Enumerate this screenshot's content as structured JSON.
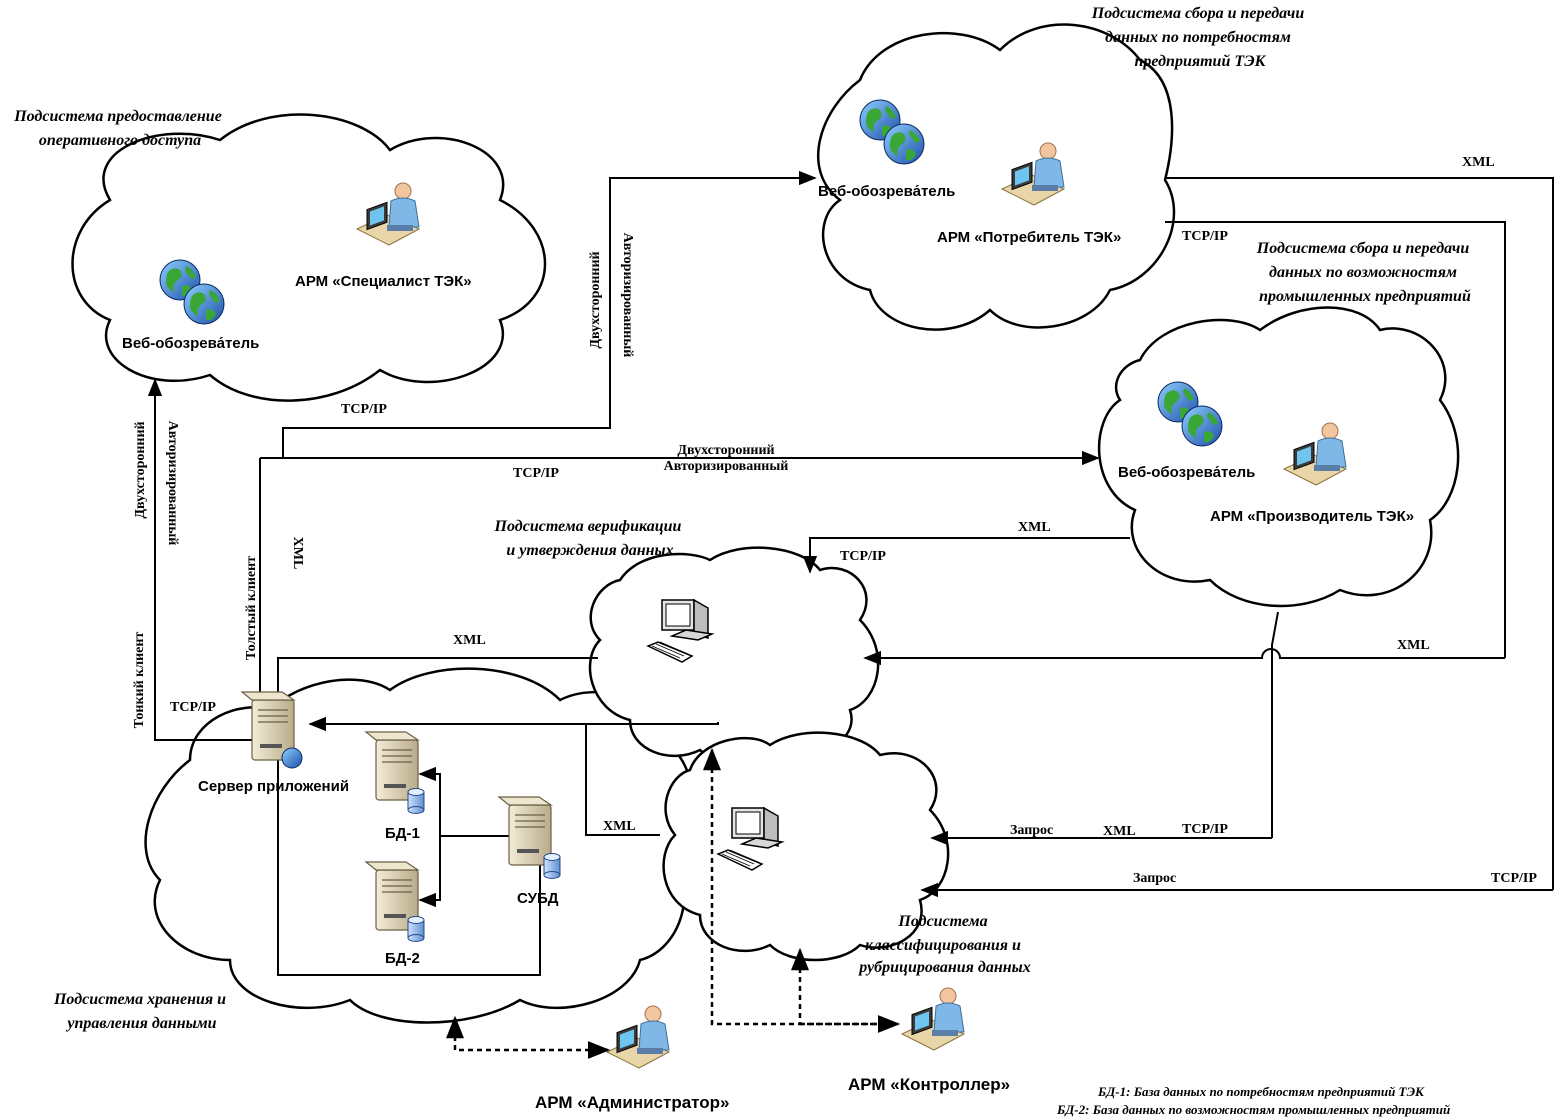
{
  "subsystems": {
    "operative_access": [
      "Подсистема предоставление",
      "оперативного доступа"
    ],
    "consumers": [
      "Подсистема сбора и передачи",
      "данных по потребностям",
      "предприятий ТЭК"
    ],
    "producers": [
      "Подсистема сбора и передачи",
      "данных по возможностям",
      "промышленных предприятий"
    ],
    "verification": [
      "Подсистема верификации",
      "и утверждения данных"
    ],
    "storage": [
      "Подсистема хранения и",
      "управления данными"
    ],
    "classification": [
      "Подсистема",
      "классифицирования и",
      "рубрицирования данных"
    ]
  },
  "nodes": {
    "browser": "Веб-обозрева́тель",
    "arm_specialist": "АРМ «Специалист ТЭК»",
    "arm_consumer": "АРМ «Потребитель ТЭК»",
    "arm_producer": "АРМ «Производитель ТЭК»",
    "app_server": "Сервер приложений",
    "db1": "БД-1",
    "db2": "БД-2",
    "dbms": "СУБД",
    "arm_admin": "АРМ «Администратор»",
    "arm_controller": "АРМ «Контроллер»"
  },
  "connections": {
    "tcpip": "TCP/IP",
    "xml": "XML",
    "bidirectional": "Двухсторонний",
    "authorized": "Авторизированный",
    "thin_client": "Тонкий клиент",
    "thick_client": "Толстый клиент",
    "request": "Запрос"
  },
  "legend": [
    "БД-1: База данных по потребностям предприятий ТЭК",
    "БД-2: База данных по возможностям промышленных предприятий"
  ]
}
